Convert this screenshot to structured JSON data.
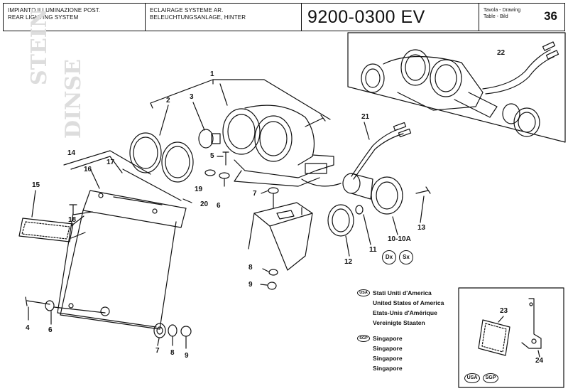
{
  "header": {
    "title_it": "IMPIANTO ILLUMINAZIONE POST.",
    "title_en": "REAR LIGHTING SYSTEM",
    "title_fr": "ECLAIRAGE SYSTEME AR.",
    "title_de": "BELEUCHTUNGSANLAGE, HINTER",
    "model_code": "9200-0300 EV",
    "table_label": "Tavola - Drawing",
    "table_label2": "Table - Bild",
    "table_number": "36"
  },
  "callouts": {
    "c1": "1",
    "c2": "2",
    "c3": "3",
    "c4": "4",
    "c5": "5",
    "c6a": "6",
    "c6b": "6",
    "c7a": "7",
    "c7b": "7",
    "c8a": "8",
    "c8b": "8",
    "c9a": "9",
    "c9b": "9",
    "c10": "10-10A",
    "c11": "11",
    "c12": "12",
    "c13": "13",
    "c14": "14",
    "c15": "15",
    "c16": "16",
    "c17": "17",
    "c18": "18",
    "c19": "19",
    "c20": "20",
    "c21": "21",
    "c22": "22",
    "c23": "23",
    "c24": "24"
  },
  "side_markers": {
    "dx": "Dx",
    "sx": "Sx"
  },
  "legend": {
    "usa_tag": "USA",
    "usa_lines": [
      "Stati Uniti d'America",
      "United States of America",
      "Etats-Unis d'Amérique",
      "Vereinigte Staaten"
    ],
    "sgp_tag": "SGP",
    "sgp_lines": [
      "Singapore",
      "Singapore",
      "Singapore",
      "Singapore"
    ]
  },
  "inset_badges": {
    "usa": "USA",
    "sgp": "SGP"
  },
  "watermark": {
    "line1": "STEIN",
    "line2": "DINSE"
  },
  "colors": {
    "ink": "#111111",
    "paper": "#ffffff",
    "watermark": "#dddddd"
  }
}
